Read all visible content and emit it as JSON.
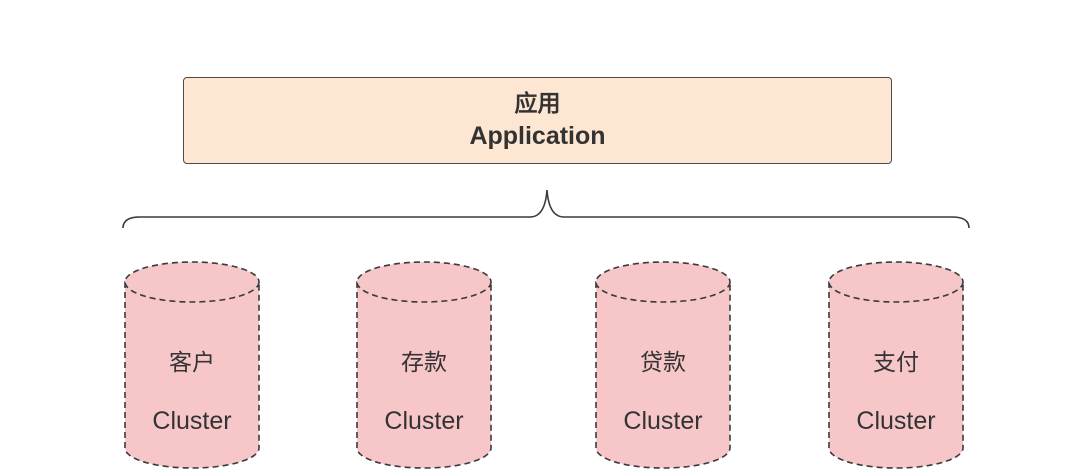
{
  "application": {
    "title": "应用",
    "subtitle": "Application"
  },
  "clusters": [
    {
      "name": "客户",
      "type": "Cluster"
    },
    {
      "name": "存款",
      "type": "Cluster"
    },
    {
      "name": "贷款",
      "type": "Cluster"
    },
    {
      "name": "支付",
      "type": "Cluster"
    }
  ],
  "colors": {
    "app_fill": "#fde6d2",
    "cluster_fill": "#f7c6c8",
    "stroke": "#3a3a3a"
  }
}
